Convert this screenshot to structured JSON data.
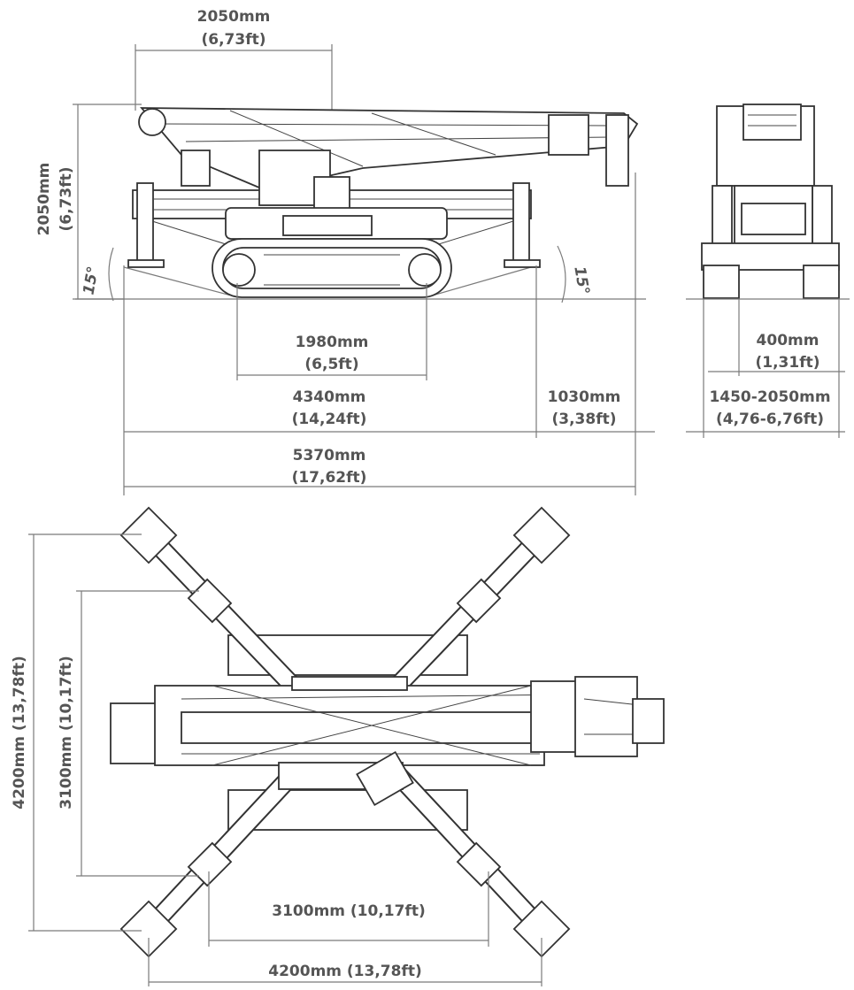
{
  "side_view": {
    "top_width_mm": "2050mm",
    "top_width_ft": "(6,73ft)",
    "height_mm": "2050mm",
    "height_ft": "(6,73ft)",
    "angle_left": "15°",
    "angle_right": "15°",
    "track_mm": "1980mm",
    "track_ft": "(6,5ft)",
    "length_mm": "4340mm",
    "length_ft": "(14,24ft)",
    "overhang_mm": "1030mm",
    "overhang_ft": "(3,38ft)",
    "total_mm": "5370mm",
    "total_ft": "(17,62ft)"
  },
  "front_view": {
    "track_width_mm": "400mm",
    "track_width_ft": "(1,31ft)",
    "width_range_mm": "1450-2050mm",
    "width_range_ft": "(4,76-6,76ft)"
  },
  "top_view": {
    "outer_vertical": "4200mm (13,78ft)",
    "inner_vertical": "3100mm (10,17ft)",
    "inner_horizontal": "3100mm (10,17ft)",
    "outer_horizontal": "4200mm (13,78ft)"
  }
}
